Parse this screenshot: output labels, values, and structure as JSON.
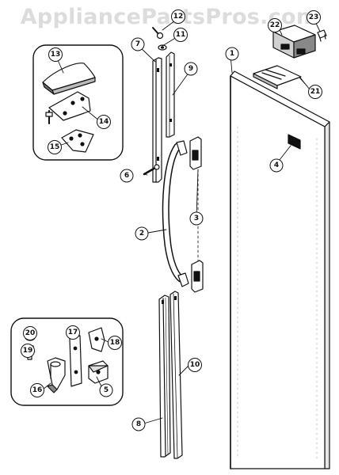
{
  "watermark": "AppliancePartsPros.com",
  "callouts": [
    "1",
    "2",
    "3",
    "4",
    "5",
    "6",
    "7",
    "8",
    "9",
    "10",
    "11",
    "12",
    "13",
    "14",
    "15",
    "16",
    "17",
    "18",
    "19",
    "20",
    "21",
    "22",
    "23"
  ],
  "colors": {
    "line": "#111111",
    "fill": "#ffffff",
    "shade": "#d8d8d8",
    "watermark": "#dcdcdc"
  }
}
